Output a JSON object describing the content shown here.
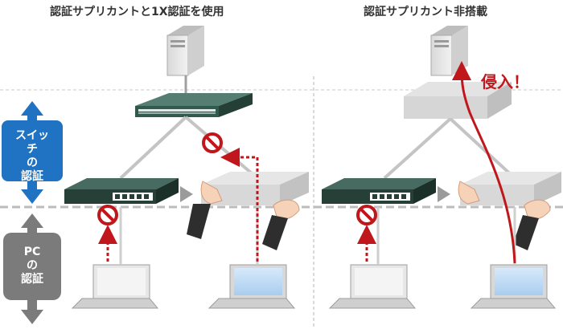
{
  "titles": {
    "left": "認証サプリカントと1X認証を使用",
    "right": "認証サプリカント非搭載"
  },
  "side_labels": {
    "switch_auth": [
      "スイッチ",
      "の",
      "認証"
    ],
    "pc_auth": [
      "PC",
      "の",
      "認証"
    ]
  },
  "intrusion_label": "侵入！",
  "colors": {
    "switch_auth_blue": "#1f73c2",
    "pc_auth_gray": "#7b7b7b",
    "switch_green": "#2f5a4d",
    "intrusion_red": "#c0171c"
  },
  "icons": [
    "server-icon",
    "managed-switch-icon",
    "unmanaged-switch-icon",
    "laptop-icon",
    "hand-icon",
    "no-entry-icon",
    "dotted-arrow-icon"
  ]
}
